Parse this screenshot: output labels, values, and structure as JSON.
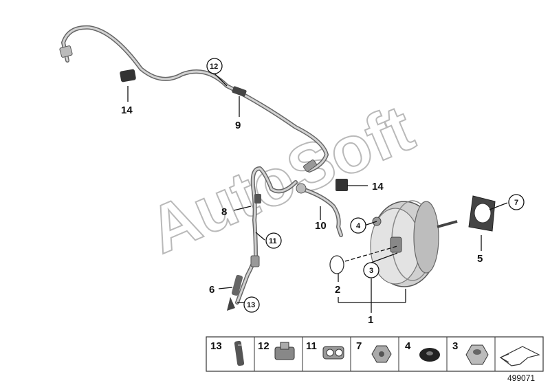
{
  "watermark": "AutoSoft",
  "doc_number": "499071",
  "callouts": {
    "c1": "1",
    "c2": "2",
    "c3": "3",
    "c4": "4",
    "c5": "5",
    "c6": "6",
    "c7": "7",
    "c8": "8",
    "c9": "9",
    "c10": "10",
    "c11": "11",
    "c12": "12",
    "c13": "13",
    "c14a": "14",
    "c14b": "14"
  },
  "legend": [
    {
      "number": "13",
      "icon": "hose-clamp-sleeve-icon"
    },
    {
      "number": "12",
      "icon": "pipe-clip-icon"
    },
    {
      "number": "11",
      "icon": "double-clip-icon"
    },
    {
      "number": "7",
      "icon": "hex-collar-nut-icon"
    },
    {
      "number": "4",
      "icon": "rubber-grommet-icon"
    },
    {
      "number": "3",
      "icon": "hex-nut-icon"
    },
    {
      "number": "",
      "icon": "arrow-pointer-icon"
    }
  ]
}
